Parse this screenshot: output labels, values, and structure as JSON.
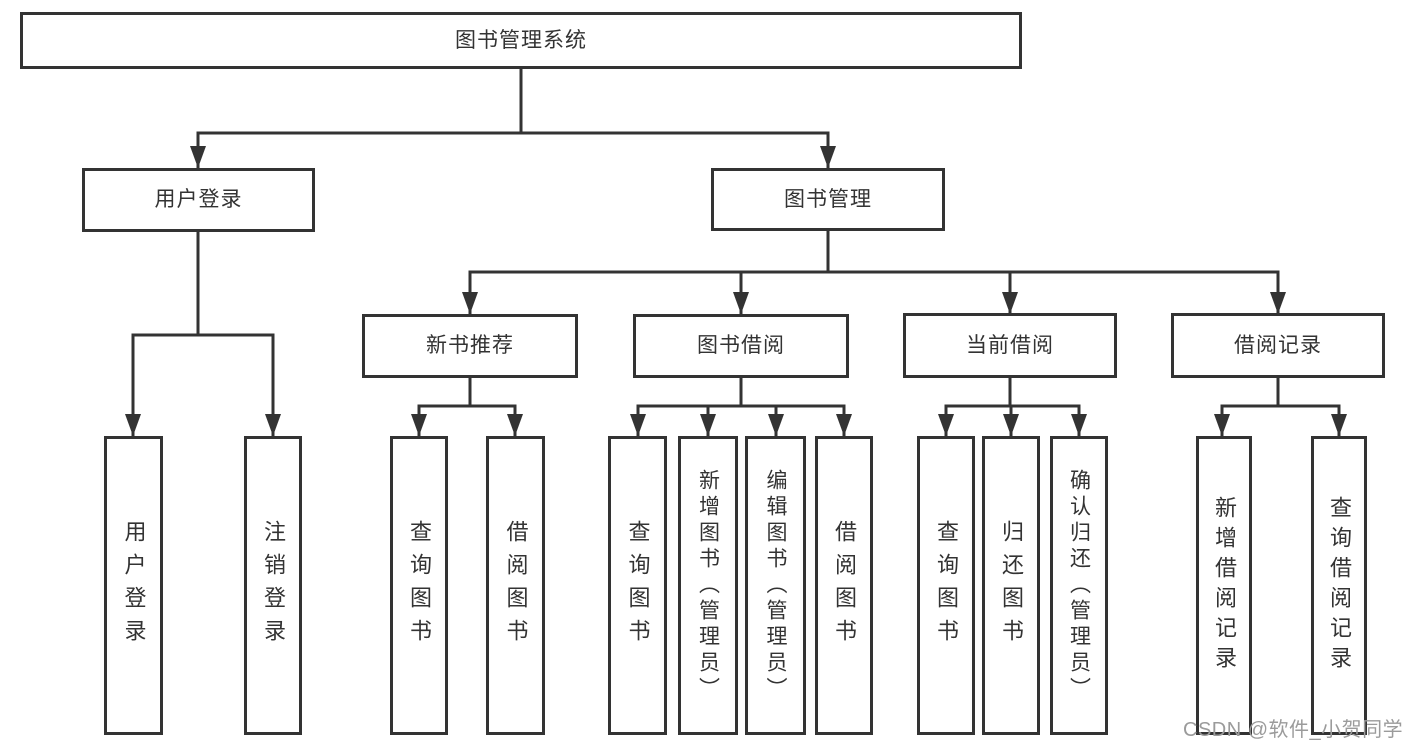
{
  "diagram_type": "hierarchy-tree",
  "tree": {
    "root": {
      "label": "图书管理系统",
      "children": [
        {
          "label": "用户登录",
          "children": [
            {
              "label": "用户登录"
            },
            {
              "label": "注销登录"
            }
          ]
        },
        {
          "label": "图书管理",
          "children": [
            {
              "label": "新书推荐",
              "children": [
                {
                  "label": "查询图书"
                },
                {
                  "label": "借阅图书"
                }
              ]
            },
            {
              "label": "图书借阅",
              "children": [
                {
                  "label": "查询图书"
                },
                {
                  "label": "新增图书（管理员）"
                },
                {
                  "label": "编辑图书（管理员）"
                },
                {
                  "label": "借阅图书"
                }
              ]
            },
            {
              "label": "当前借阅",
              "children": [
                {
                  "label": "查询图书"
                },
                {
                  "label": "归还图书"
                },
                {
                  "label": "确认归还（管理员）"
                }
              ]
            },
            {
              "label": "借阅记录",
              "children": [
                {
                  "label": "新增借阅记录"
                },
                {
                  "label": "查询借阅记录"
                }
              ]
            }
          ]
        }
      ]
    }
  },
  "watermark": {
    "text": "CSDN @软件_小贺同学",
    "color": "#9b9b9b"
  },
  "colors": {
    "line": "#333333",
    "text": "#333333",
    "box_fill": "#ffffff",
    "background": "#ffffff"
  }
}
